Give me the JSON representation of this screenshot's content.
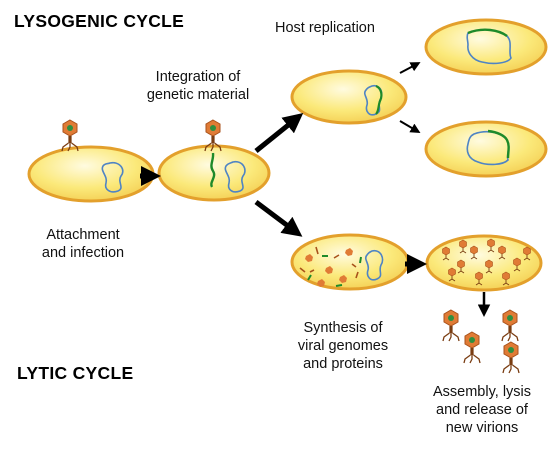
{
  "titles": {
    "lysogenic": "LYSOGENIC CYCLE",
    "lytic": "LYTIC CYCLE"
  },
  "steps": {
    "attachment": [
      "Attachment",
      "and infection"
    ],
    "integration": [
      "Integration of",
      "genetic material"
    ],
    "host_replication": "Host replication",
    "synthesis": [
      "Synthesis of",
      "viral genomes",
      "and proteins"
    ],
    "release": [
      "Assembly, lysis",
      "and release of",
      "new virions"
    ]
  },
  "colors": {
    "cell_fill": "#fbe97a",
    "cell_edge": "#e3a02c",
    "cell_highlight": "#fffbe0",
    "host_dna": "#4f84c4",
    "viral_dna": "#1e8a2a",
    "phage_head": "#e07b35",
    "phage_inner": "#2f8f3f",
    "arrow": "#000000"
  },
  "icons": [
    "bacteriophage-icon",
    "bacterial-cell-icon",
    "process-arrow-icon"
  ]
}
